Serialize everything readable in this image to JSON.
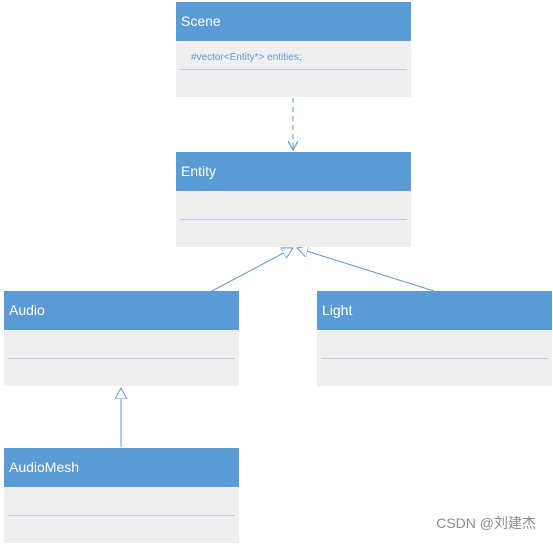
{
  "classes": {
    "scene": {
      "name": "Scene",
      "attribute": "#vector<Entity*> entities;"
    },
    "entity": {
      "name": "Entity",
      "attribute": ""
    },
    "audio": {
      "name": "Audio",
      "attribute": ""
    },
    "light": {
      "name": "Light",
      "attribute": ""
    },
    "audiomesh": {
      "name": "AudioMesh",
      "attribute": ""
    }
  },
  "relationships": [
    {
      "from": "Scene",
      "to": "Entity",
      "type": "dependency"
    },
    {
      "from": "Audio",
      "to": "Entity",
      "type": "generalization"
    },
    {
      "from": "Light",
      "to": "Entity",
      "type": "generalization"
    },
    {
      "from": "AudioMesh",
      "to": "Audio",
      "type": "generalization"
    }
  ],
  "colors": {
    "header": "#5b9bd5",
    "body": "#efefef",
    "line": "#5b9bd5"
  },
  "watermark": "CSDN @刘建杰"
}
